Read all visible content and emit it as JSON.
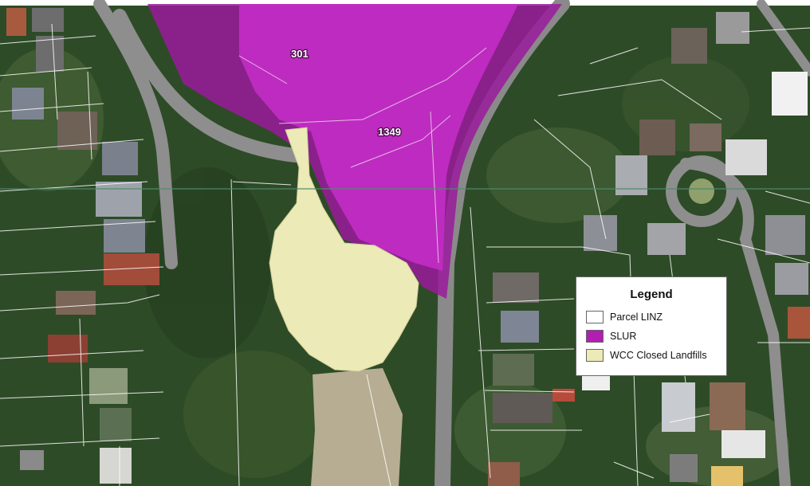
{
  "map": {
    "parcel_labels": {
      "p301": "301",
      "p1349": "1349"
    },
    "colors": {
      "parcel_linz": "#ffffff",
      "slur": "#b21eb2",
      "slur_dark": "#8e1490",
      "wcc_closed_landfills": "#eceab6",
      "vegetation": "#2d4a25",
      "road": "#8b8b8b"
    }
  },
  "legend": {
    "title": "Legend",
    "items": [
      {
        "label": "Parcel LINZ",
        "swatch": "parcel-linz"
      },
      {
        "label": "SLUR",
        "swatch": "slur"
      },
      {
        "label": "WCC Closed Landfills",
        "swatch": "wcc-closed-landfills"
      }
    ]
  }
}
